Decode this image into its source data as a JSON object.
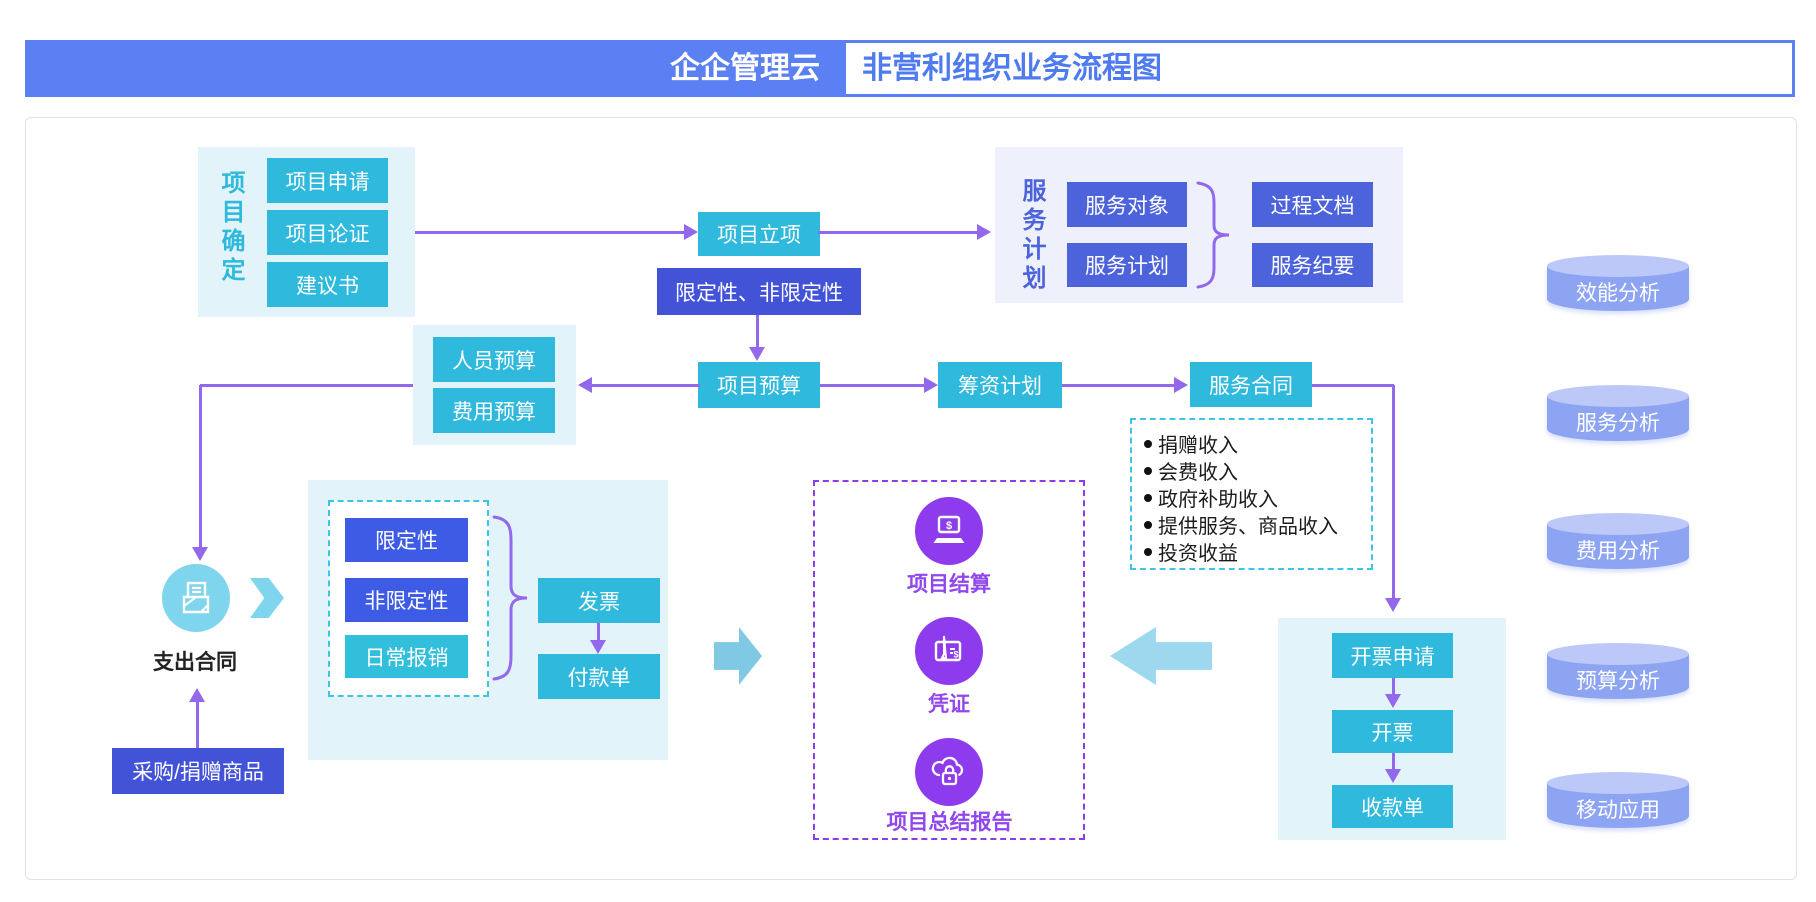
{
  "header": {
    "brand": "企企管理云",
    "title": "非营利组织业务流程图"
  },
  "colors": {
    "header_blue": "#5b80f4",
    "cyan_node": "#2fb9dc",
    "indigo_node": "#4353d8",
    "bright_indigo_node": "#3d5be5",
    "purple_line": "#9268ec",
    "purple_circle": "#8e3bed",
    "cylinder": "#8ca4f1",
    "light_cyan_panel": "#e3f3fa",
    "lavender_panel": "#eef1fc"
  },
  "project_define": {
    "label": "项目确定",
    "items": [
      "项目申请",
      "项目论证",
      "建议书"
    ]
  },
  "flow": {
    "project_initiation": "项目立项",
    "restriction": "限定性、非限定性",
    "project_budget": "项目预算",
    "fundraising_plan": "筹资计划",
    "service_contract": "服务合同"
  },
  "budget_panel": {
    "items": [
      "人员预算",
      "费用预算"
    ]
  },
  "service_plan": {
    "label": "服务计划",
    "items": [
      "服务对象",
      "服务计划"
    ],
    "outputs": [
      "过程文档",
      "服务纪要"
    ]
  },
  "income_box": {
    "items": [
      "捐赠收入",
      "会费收入",
      "政府补助收入",
      "提供服务、商品收入",
      "投资收益"
    ]
  },
  "expense": {
    "contract_label": "支出合同",
    "purchase": "采购/捐赠商品",
    "types": [
      "限定性",
      "非限定性",
      "日常报销"
    ],
    "invoice": "发票",
    "payment": "付款单"
  },
  "closing": {
    "items": [
      {
        "label": "项目结算",
        "icon": "laptop-dollar-icon"
      },
      {
        "label": "凭证",
        "icon": "voucher-pen-icon"
      },
      {
        "label": "项目总结报告",
        "icon": "cloud-lock-icon"
      }
    ]
  },
  "billing": {
    "items": [
      "开票申请",
      "开票",
      "收款单"
    ]
  },
  "analysis": {
    "items": [
      "效能分析",
      "服务分析",
      "费用分析",
      "预算分析",
      "移动应用"
    ]
  }
}
